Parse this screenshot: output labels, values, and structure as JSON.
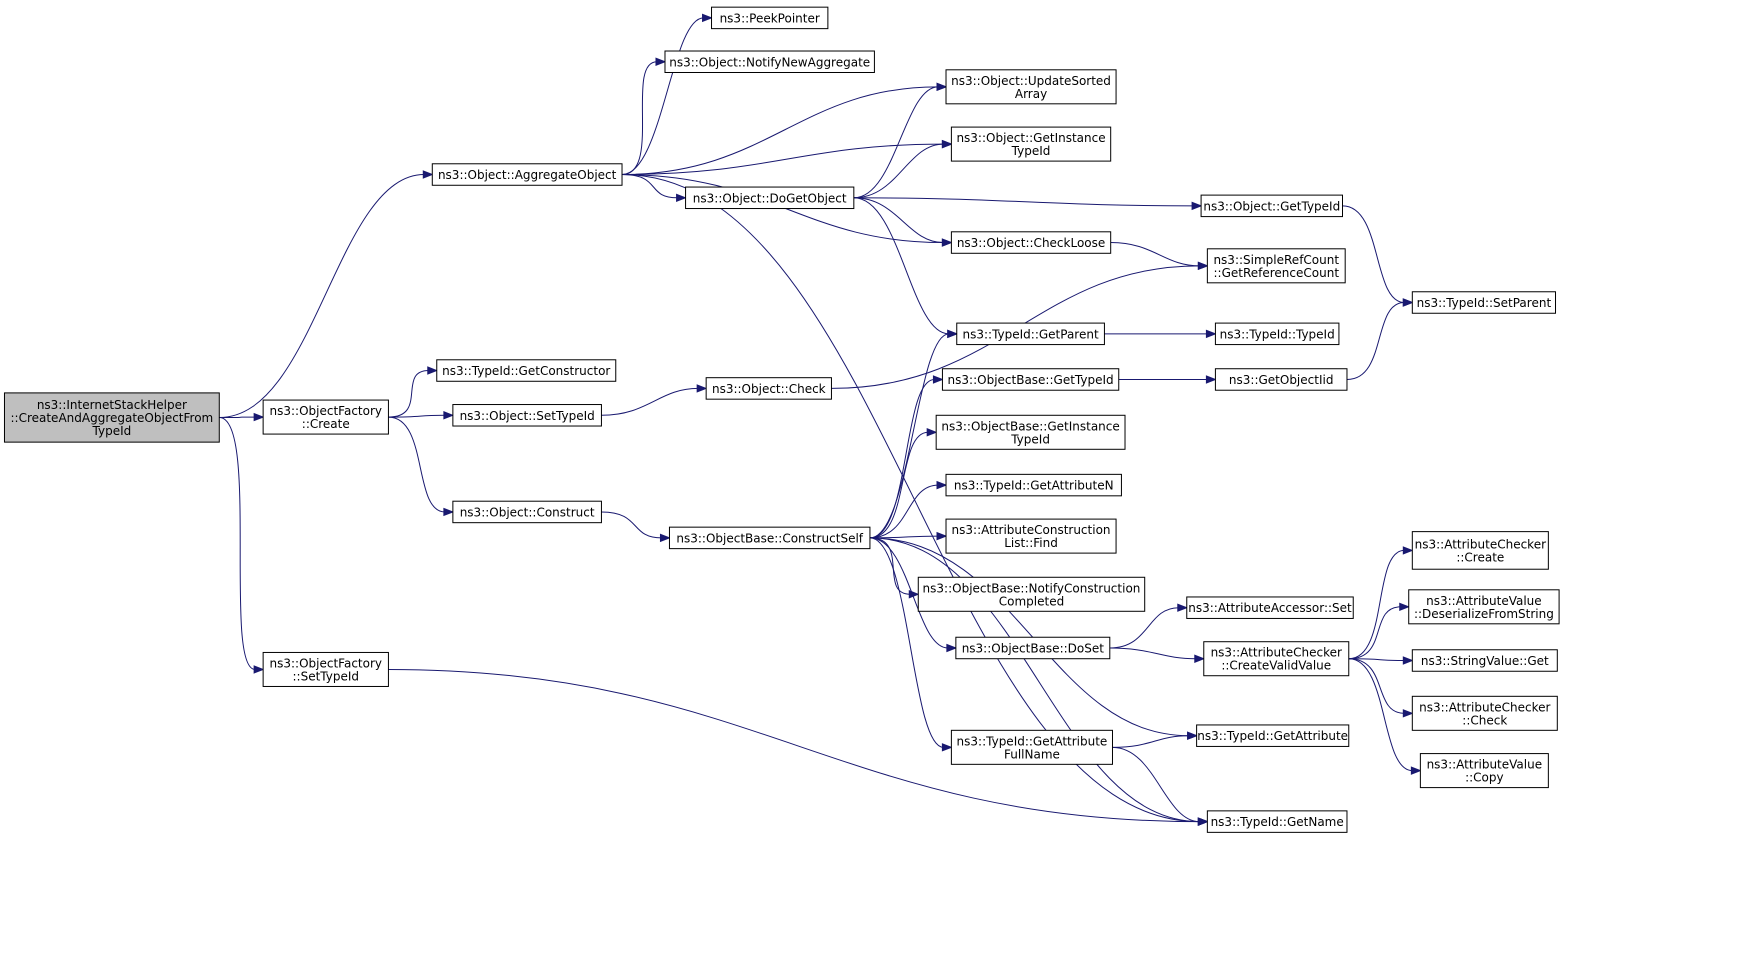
{
  "nodes": [
    {
      "id": "root",
      "lines": [
        "ns3::InternetStackHelper",
        "::CreateAndAggregateObjectFrom",
        "TypeId"
      ],
      "root": true
    },
    {
      "id": "of_create",
      "lines": [
        "ns3::ObjectFactory",
        "::Create"
      ]
    },
    {
      "id": "of_settypeid",
      "lines": [
        "ns3::ObjectFactory",
        "::SetTypeId"
      ]
    },
    {
      "id": "aggregate",
      "lines": [
        "ns3::Object::AggregateObject"
      ]
    },
    {
      "id": "peek",
      "lines": [
        "ns3::PeekPointer"
      ]
    },
    {
      "id": "notify_agg",
      "lines": [
        "ns3::Object::NotifyNewAggregate"
      ]
    },
    {
      "id": "update_sorted",
      "lines": [
        "ns3::Object::UpdateSorted",
        "Array"
      ]
    },
    {
      "id": "get_inst_tid",
      "lines": [
        "ns3::Object::GetInstance",
        "TypeId"
      ]
    },
    {
      "id": "dogetobject",
      "lines": [
        "ns3::Object::DoGetObject"
      ]
    },
    {
      "id": "checkloose",
      "lines": [
        "ns3::Object::CheckLoose"
      ]
    },
    {
      "id": "obj_gettypeid",
      "lines": [
        "ns3::Object::GetTypeId"
      ]
    },
    {
      "id": "getrefcount",
      "lines": [
        "ns3::SimpleRefCount",
        "::GetReferenceCount"
      ]
    },
    {
      "id": "setparent",
      "lines": [
        "ns3::TypeId::SetParent"
      ]
    },
    {
      "id": "getparent",
      "lines": [
        "ns3::TypeId::GetParent"
      ]
    },
    {
      "id": "typeid_ctor",
      "lines": [
        "ns3::TypeId::TypeId"
      ]
    },
    {
      "id": "getconstructor",
      "lines": [
        "ns3::TypeId::GetConstructor"
      ]
    },
    {
      "id": "obj_settypeid",
      "lines": [
        "ns3::Object::SetTypeId"
      ]
    },
    {
      "id": "obj_check",
      "lines": [
        "ns3::Object::Check"
      ]
    },
    {
      "id": "ob_gettypeid",
      "lines": [
        "ns3::ObjectBase::GetTypeId"
      ]
    },
    {
      "id": "getobjectiid",
      "lines": [
        "ns3::GetObjectIid"
      ]
    },
    {
      "id": "ob_getinst",
      "lines": [
        "ns3::ObjectBase::GetInstance",
        "TypeId"
      ]
    },
    {
      "id": "construct",
      "lines": [
        "ns3::Object::Construct"
      ]
    },
    {
      "id": "getattrn",
      "lines": [
        "ns3::TypeId::GetAttributeN"
      ]
    },
    {
      "id": "constructself",
      "lines": [
        "ns3::ObjectBase::ConstructSelf"
      ]
    },
    {
      "id": "acl_find",
      "lines": [
        "ns3::AttributeConstruction",
        "List::Find"
      ]
    },
    {
      "id": "notify_construction",
      "lines": [
        "ns3::ObjectBase::NotifyConstruction",
        "Completed"
      ]
    },
    {
      "id": "ac_create",
      "lines": [
        "ns3::AttributeChecker",
        "::Create"
      ]
    },
    {
      "id": "acc_set",
      "lines": [
        "ns3::AttributeAccessor::Set"
      ]
    },
    {
      "id": "av_deser",
      "lines": [
        "ns3::AttributeValue",
        "::DeserializeFromString"
      ]
    },
    {
      "id": "doset",
      "lines": [
        "ns3::ObjectBase::DoSet"
      ]
    },
    {
      "id": "createvalid",
      "lines": [
        "ns3::AttributeChecker",
        "::CreateValidValue"
      ]
    },
    {
      "id": "stringvalue_get",
      "lines": [
        "ns3::StringValue::Get"
      ]
    },
    {
      "id": "ac_check",
      "lines": [
        "ns3::AttributeChecker",
        "::Check"
      ]
    },
    {
      "id": "getattribute",
      "lines": [
        "ns3::TypeId::GetAttribute"
      ]
    },
    {
      "id": "getattrfull",
      "lines": [
        "ns3::TypeId::GetAttribute",
        "FullName"
      ]
    },
    {
      "id": "av_copy",
      "lines": [
        "ns3::AttributeValue",
        "::Copy"
      ]
    },
    {
      "id": "getname",
      "lines": [
        "ns3::TypeId::GetName"
      ]
    }
  ],
  "edges": [
    [
      "root",
      "aggregate"
    ],
    [
      "root",
      "of_create"
    ],
    [
      "root",
      "of_settypeid"
    ],
    [
      "of_create",
      "getconstructor"
    ],
    [
      "of_create",
      "obj_settypeid"
    ],
    [
      "of_create",
      "construct"
    ],
    [
      "of_settypeid",
      "getname"
    ],
    [
      "aggregate",
      "peek"
    ],
    [
      "aggregate",
      "notify_agg"
    ],
    [
      "aggregate",
      "update_sorted"
    ],
    [
      "aggregate",
      "get_inst_tid"
    ],
    [
      "aggregate",
      "dogetobject"
    ],
    [
      "aggregate",
      "checkloose"
    ],
    [
      "aggregate",
      "getname"
    ],
    [
      "dogetobject",
      "update_sorted"
    ],
    [
      "dogetobject",
      "get_inst_tid"
    ],
    [
      "dogetobject",
      "obj_gettypeid"
    ],
    [
      "dogetobject",
      "checkloose"
    ],
    [
      "dogetobject",
      "getparent"
    ],
    [
      "checkloose",
      "getrefcount"
    ],
    [
      "obj_gettypeid",
      "setparent"
    ],
    [
      "obj_settypeid",
      "obj_check"
    ],
    [
      "obj_check",
      "getrefcount"
    ],
    [
      "construct",
      "constructself"
    ],
    [
      "constructself",
      "getparent"
    ],
    [
      "constructself",
      "ob_gettypeid"
    ],
    [
      "constructself",
      "ob_getinst"
    ],
    [
      "constructself",
      "getattrn"
    ],
    [
      "constructself",
      "acl_find"
    ],
    [
      "constructself",
      "notify_construction"
    ],
    [
      "constructself",
      "doset"
    ],
    [
      "constructself",
      "getattribute"
    ],
    [
      "constructself",
      "getattrfull"
    ],
    [
      "constructself",
      "getname"
    ],
    [
      "getparent",
      "typeid_ctor"
    ],
    [
      "ob_gettypeid",
      "getobjectiid"
    ],
    [
      "getobjectiid",
      "setparent"
    ],
    [
      "doset",
      "acc_set"
    ],
    [
      "doset",
      "createvalid"
    ],
    [
      "createvalid",
      "ac_create"
    ],
    [
      "createvalid",
      "av_deser"
    ],
    [
      "createvalid",
      "stringvalue_get"
    ],
    [
      "createvalid",
      "ac_check"
    ],
    [
      "createvalid",
      "av_copy"
    ],
    [
      "getattrfull",
      "getattribute"
    ],
    [
      "getattrfull",
      "getname"
    ]
  ]
}
